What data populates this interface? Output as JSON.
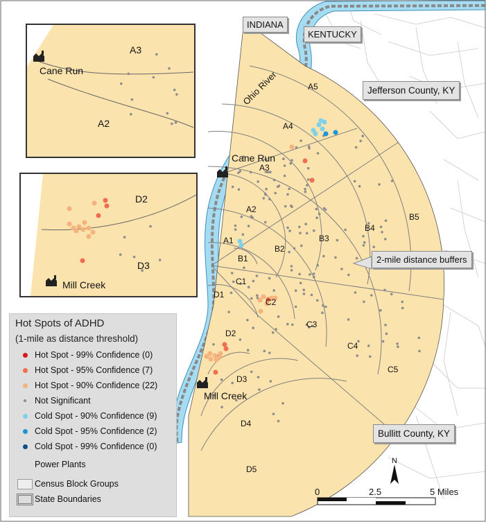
{
  "labels": {
    "indiana": "INDIANA",
    "kentucky": "KENTUCKY",
    "jefferson": "Jefferson County, KY",
    "bullitt": "Bullitt County, KY",
    "buffers": "2-mile distance buffers",
    "river": "Ohio River",
    "cane_run": "Cane Run",
    "mill_creek": "Mill Creek"
  },
  "zones": [
    "A1",
    "A2",
    "A3",
    "A4",
    "A5",
    "B1",
    "B2",
    "B3",
    "B4",
    "B5",
    "C1",
    "C2",
    "C3",
    "C4",
    "C5",
    "D1",
    "D2",
    "D3",
    "D4",
    "D5"
  ],
  "inset_top": {
    "zones": [
      "A3",
      "A2"
    ],
    "plant": "Cane Run"
  },
  "inset_bottom": {
    "zones": [
      "D2",
      "D3"
    ],
    "plant": "Mill Creek"
  },
  "legend": {
    "title": "Hot Spots of ADHD",
    "subtitle": "(1-mile as distance threshold)",
    "items": [
      {
        "label": "Hot Spot - 99% Confidence (0)",
        "color": "#d7191c",
        "shape": "dot"
      },
      {
        "label": "Hot Spot - 95% Confidence (7)",
        "color": "#ef6e4f",
        "shape": "dot"
      },
      {
        "label": "Hot Spot - 90% Confidence (22)",
        "color": "#f4b37d",
        "shape": "dot"
      },
      {
        "label": "Not Significant",
        "color": "#8c8c8c",
        "shape": "small-dot"
      },
      {
        "label": "Cold Spot - 90% Confidence (9)",
        "color": "#7fd0ea",
        "shape": "dot"
      },
      {
        "label": "Cold Spot - 95% Confidence (2)",
        "color": "#1a96d6",
        "shape": "dot"
      },
      {
        "label": "Cold Spot - 99% Confidence (0)",
        "color": "#0a4f8a",
        "shape": "dot"
      },
      {
        "label": "Power Plants",
        "color": "#222222",
        "shape": "plant-icon"
      },
      {
        "label": "Census Block Groups",
        "color": "#ffffff",
        "shape": "square"
      },
      {
        "label": "State Boundaries",
        "color": "#aaaaaa",
        "shape": "state-boundary"
      }
    ]
  },
  "scale": {
    "ticks": [
      "0",
      "2.5",
      "5 Miles"
    ]
  },
  "north": "N",
  "colors": {
    "buffer_fill": "#fbe3ae",
    "water": "#a6dcf2",
    "ring_line": "#7f7f7f"
  }
}
